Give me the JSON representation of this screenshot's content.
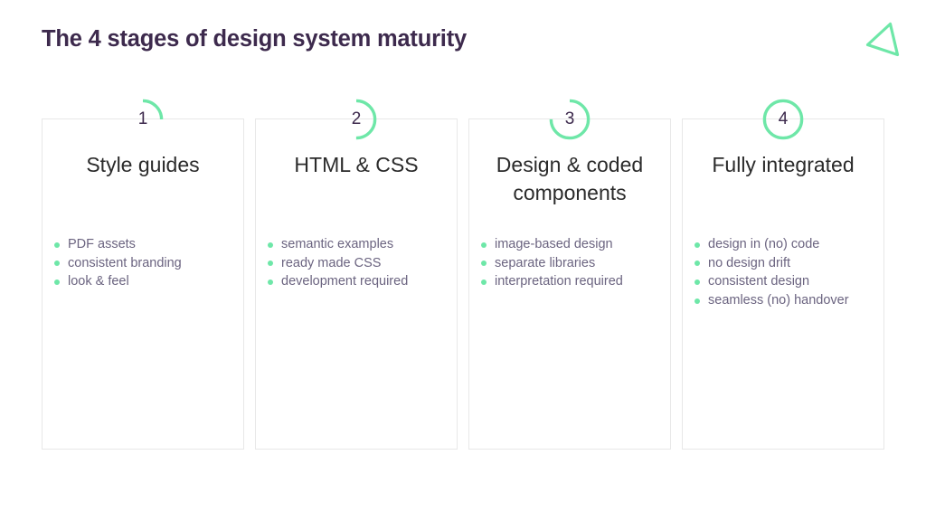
{
  "slide": {
    "title": "The 4 stages of design system maturity",
    "background_color": "#ffffff",
    "title_color": "#3d2a4d",
    "accent_color": "#6ee7a8",
    "heading_color": "#2b2b2b",
    "bullet_text_color": "#6b6480",
    "card_border_color": "#e8e8e8"
  },
  "logo": {
    "name": "brand-kite-logo",
    "color": "#6ee7a8"
  },
  "stages": [
    {
      "number": "1",
      "progress_percent": 25,
      "heading": "Style guides",
      "bullets": [
        "PDF assets",
        "consistent branding",
        "look & feel"
      ]
    },
    {
      "number": "2",
      "progress_percent": 50,
      "heading": "HTML & CSS",
      "bullets": [
        "semantic examples",
        "ready made CSS",
        "development required"
      ]
    },
    {
      "number": "3",
      "progress_percent": 75,
      "heading": "Design & coded components",
      "bullets": [
        "image-based design",
        "separate libraries",
        "interpretation required"
      ]
    },
    {
      "number": "4",
      "progress_percent": 100,
      "heading": "Fully integrated",
      "bullets": [
        "design in (no) code",
        "no design drift",
        "consistent design",
        "seamless (no) handover"
      ]
    }
  ]
}
